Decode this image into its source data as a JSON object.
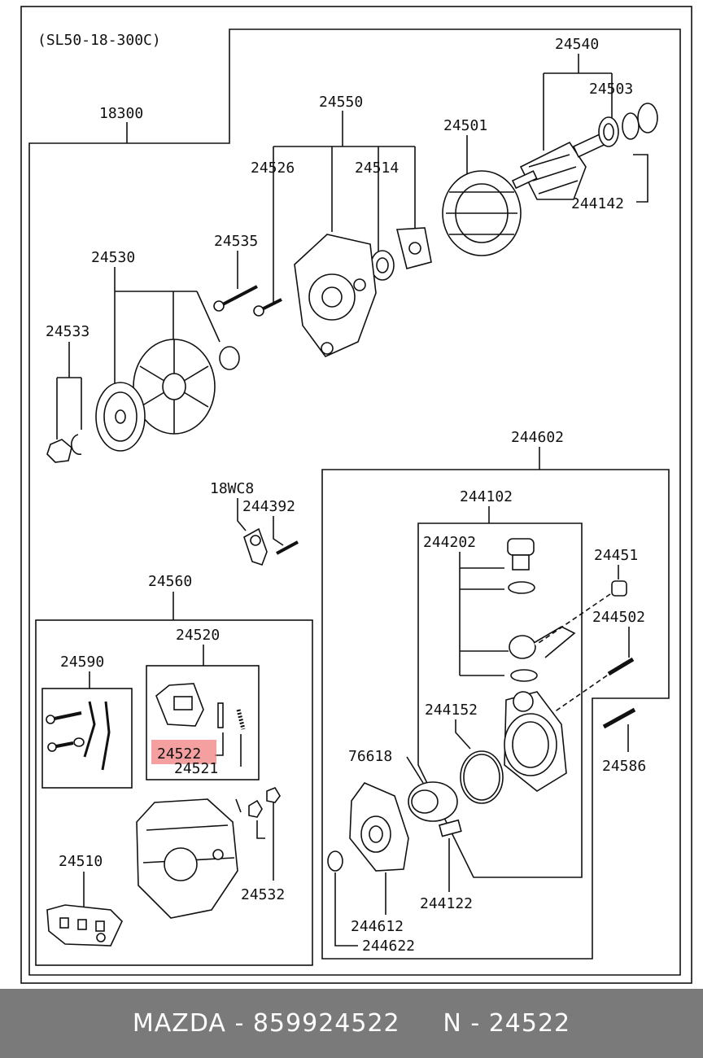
{
  "diagram": {
    "code": "(SL50-18-300C)",
    "highlight_color": "#f08080",
    "labels": {
      "p18300": "18300",
      "p24550": "24550",
      "p24540": "24540",
      "p24503": "24503",
      "p24501": "24501",
      "p24526": "24526",
      "p24514": "24514",
      "p244142": "244142",
      "p24535": "24535",
      "p24530": "24530",
      "p24533": "24533",
      "p244602": "244602",
      "p18WC8": "18WC8",
      "p244392": "244392",
      "p244102": "244102",
      "p244202": "244202",
      "p24451": "24451",
      "p24560": "24560",
      "p244502": "244502",
      "p24520": "24520",
      "p24590": "24590",
      "p244152": "244152",
      "p24522": "24522",
      "p24521": "24521",
      "p76618": "76618",
      "p24586": "24586",
      "p24510": "24510",
      "p24532": "24532",
      "p244122": "244122",
      "p244612": "244612",
      "p244622": "244622"
    }
  },
  "footer": {
    "brand": "MAZDA",
    "separator": " - ",
    "part_number": "859924522",
    "gap": "     ",
    "ref_prefix": "N",
    "ref_number": "24522"
  }
}
